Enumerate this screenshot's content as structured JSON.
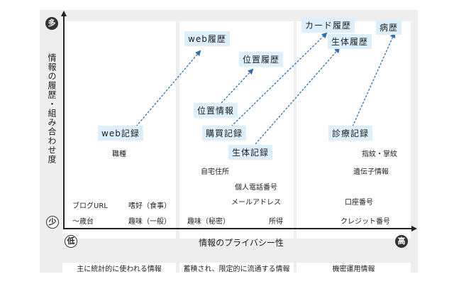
{
  "axes": {
    "y_label": "情報の履歴・組み合わせ度",
    "y_high": "多",
    "y_low": "少",
    "x_label": "情報のプライバシー性",
    "x_low": "低",
    "x_high": "高"
  },
  "categories": [
    "主に統計的に使われる情報",
    "蓄積され、限定的に流通する情報",
    "機密運用情報"
  ],
  "highlighted": {
    "web_history": "web履歴",
    "location_history": "位置履歴",
    "location_info": "位置情報",
    "card_history": "カード履歴",
    "bio_history": "生体履歴",
    "medical_history": "病歴",
    "web_record": "web記録",
    "purchase_record": "購買記録",
    "bio_record": "生体記録",
    "medical_record": "診療記録"
  },
  "items": {
    "occupation": "職種",
    "blog_url": "ブログURL",
    "age": "〜歳台",
    "pref_food": "嗜好（食事）",
    "hobby_general": "趣味（一般）",
    "home_address": "自宅住所",
    "personal_phone": "個人電話番号",
    "email": "メールアドレス",
    "hobby_secret": "趣味（秘密）",
    "income": "所得",
    "fingerprint": "指紋・掌紋",
    "genetic": "遺伝子情報",
    "bank_account": "口座番号",
    "credit_card": "クレジット番号"
  },
  "colors": {
    "highlight_bg": "#dceffa",
    "arrow": "#2d6fb7",
    "panel": "#eeeeee"
  }
}
